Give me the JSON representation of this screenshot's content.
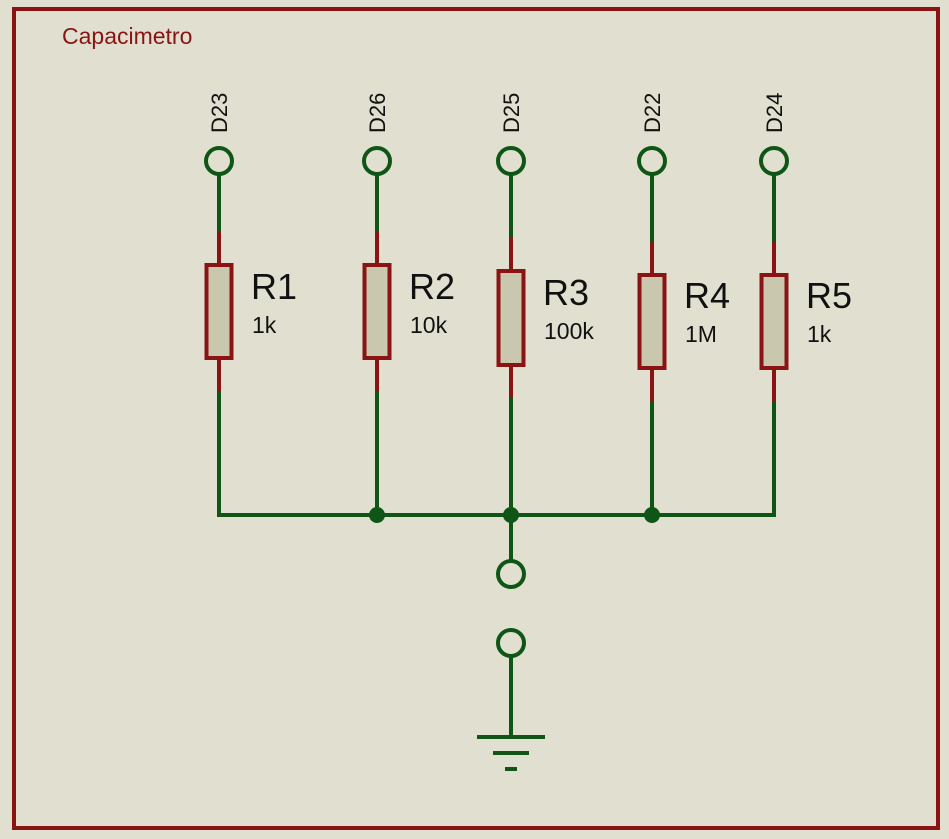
{
  "schematic": {
    "title": "Capacimetro",
    "colors": {
      "background": "#e1e0d0",
      "wire": "#0f5616",
      "component": "#8a1414",
      "resistor_fill": "#c9c7ad",
      "frame": "#8a1414"
    },
    "resistors": [
      {
        "pin": "D23",
        "ref": "R1",
        "value": "1k"
      },
      {
        "pin": "D26",
        "ref": "R2",
        "value": "10k"
      },
      {
        "pin": "D25",
        "ref": "R3",
        "value": "100k"
      },
      {
        "pin": "D22",
        "ref": "R4",
        "value": "1M"
      },
      {
        "pin": "D24",
        "ref": "R5",
        "value": "1k"
      }
    ],
    "ground_symbol": "ground-icon"
  }
}
